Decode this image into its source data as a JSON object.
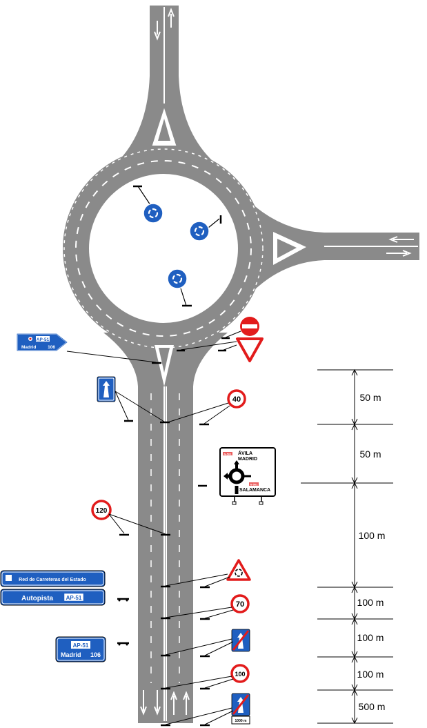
{
  "colors": {
    "asphalt": "#8a8a8a",
    "road_line": "#ffffff",
    "sign_blue": "#1f5fc0",
    "sign_red": "#e21b1b",
    "leader": "#000000"
  },
  "signs": {
    "direction_top": {
      "road": "AP-51",
      "dest": "Madrid",
      "km": "106"
    },
    "speed_40": "40",
    "speed_120": "120",
    "speed_70": "70",
    "speed_100": "100",
    "roundabout_panel": {
      "line1": "ÁVILA",
      "line2": "MADRID",
      "line3": "SALAMANCA",
      "badge_top": "N-501",
      "badge_bottom": "N-501"
    },
    "red_estado": "Red de Carreteras del Estado",
    "autopista": {
      "label": "Autopista",
      "road": "AP-51"
    },
    "confirm": {
      "road": "AP-51",
      "dest": "Madrid",
      "km": "106"
    },
    "end_plate": "1000 m"
  },
  "dimensions": {
    "labels": [
      "50 m",
      "50 m",
      "100 m",
      "100 m",
      "100 m",
      "100 m",
      "500 m"
    ]
  }
}
